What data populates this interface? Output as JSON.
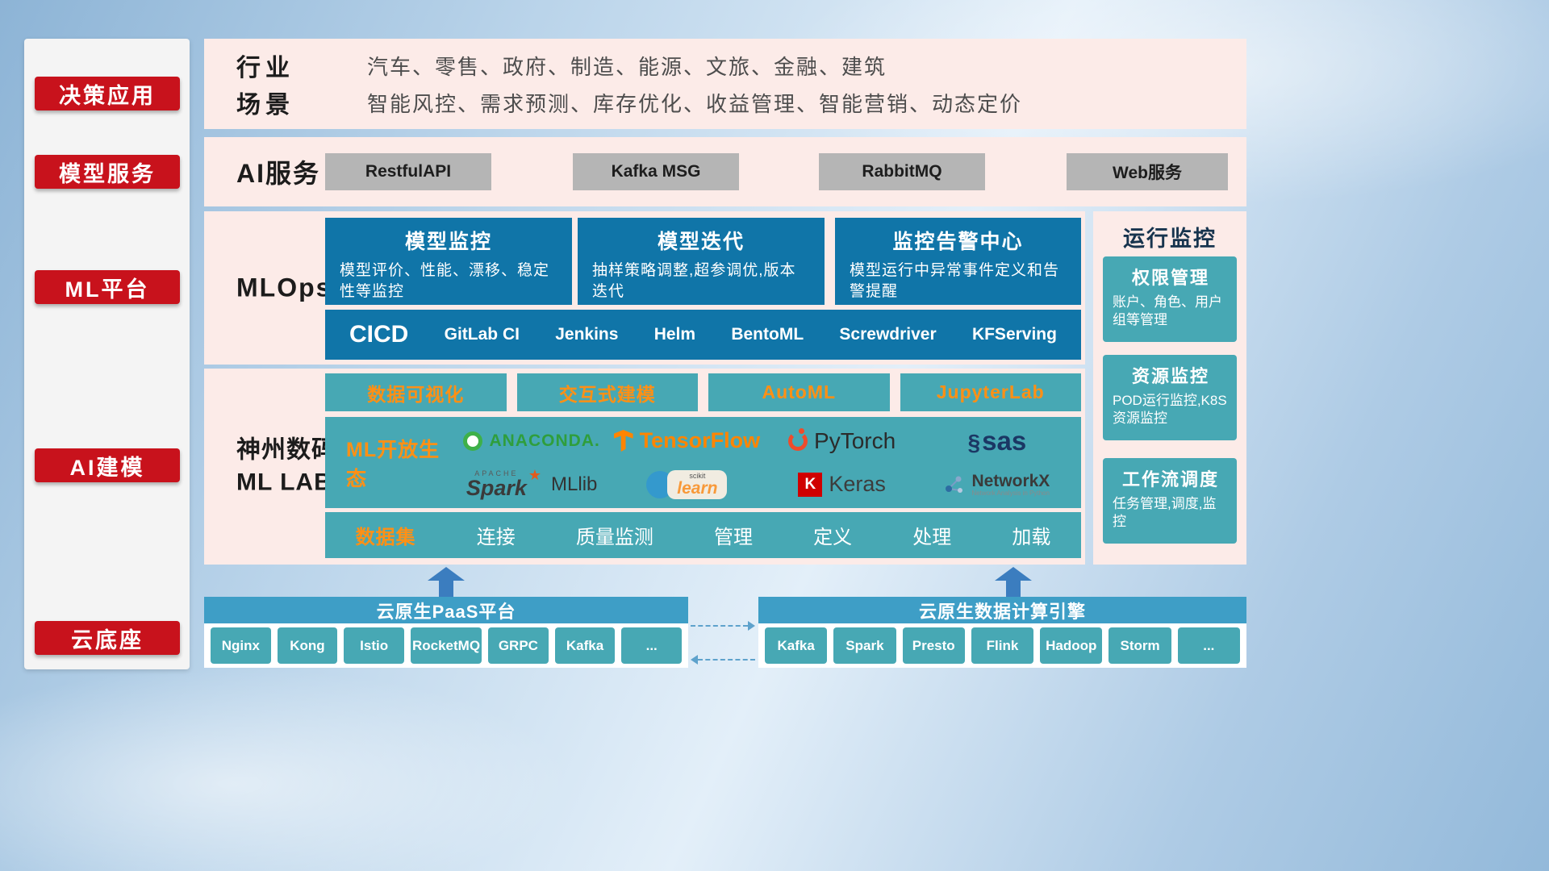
{
  "colors": {
    "accent_red": "#c8121c",
    "panel_pink": "#fcebe8",
    "deep_blue": "#1075a8",
    "teal": "#47a8b4",
    "orange": "#ff9015",
    "bar_blue": "#3e9ec6"
  },
  "sidebar": {
    "items": [
      {
        "label": "决策应用"
      },
      {
        "label": "模型服务"
      },
      {
        "label": "ML平台"
      },
      {
        "label": "AI建模"
      },
      {
        "label": "云底座"
      }
    ]
  },
  "industry": {
    "row1_label": "行业",
    "row1_value": "汽车、零售、政府、制造、能源、文旅、金融、建筑",
    "row2_label": "场景",
    "row2_value": "智能风控、需求预测、库存优化、收益管理、智能营销、动态定价"
  },
  "ai_service": {
    "label": "AI服务",
    "buttons": [
      {
        "label": "RestfulAPI"
      },
      {
        "label": "Kafka MSG"
      },
      {
        "label": "RabbitMQ"
      },
      {
        "label": "Web服务"
      }
    ]
  },
  "mlops": {
    "label": "MLOps",
    "cards": [
      {
        "title": "模型监控",
        "desc": "模型评价、性能、漂移、稳定性等监控"
      },
      {
        "title": "模型迭代",
        "desc": "抽样策略调整,超参调优,版本迭代"
      },
      {
        "title": "监控告警中心",
        "desc": "模型运行中异常事件定义和告警提醒"
      }
    ],
    "cicd_title": "CICD",
    "cicd_items": [
      {
        "label": "GitLab CI"
      },
      {
        "label": "Jenkins"
      },
      {
        "label": "Helm"
      },
      {
        "label": "BentoML"
      },
      {
        "label": "Screwdriver"
      },
      {
        "label": "KFServing"
      }
    ]
  },
  "monitoring": {
    "title": "运行监控",
    "cards": [
      {
        "title": "权限管理",
        "desc": "账户、角色、用户组等管理"
      },
      {
        "title": "资源监控",
        "desc": "POD运行监控,K8S资源监控"
      },
      {
        "title": "工作流调度",
        "desc": "任务管理,调度,监控"
      }
    ]
  },
  "mllab": {
    "label_line1": "神州数码",
    "label_line2": "ML LAB",
    "tools": [
      {
        "label": "数据可视化"
      },
      {
        "label": "交互式建模"
      },
      {
        "label": "AutoML"
      },
      {
        "label": "JupyterLab"
      }
    ],
    "eco_title": "ML开放生态",
    "logos": {
      "anaconda": "ANACONDA.",
      "tensorflow": "TensorFlow",
      "pytorch": "PyTorch",
      "sas": "sas",
      "spark_apache": "APACHE",
      "spark": "Spark",
      "spark_star": "★",
      "mllib": "MLlib",
      "scikit_small": "scikit",
      "scikit_learn": "learn",
      "keras_k": "K",
      "keras": "Keras",
      "networkx": "NetworkX",
      "networkx_sub": "Network Analysis in Python"
    },
    "data_row": [
      {
        "label": "数据集"
      },
      {
        "label": "连接"
      },
      {
        "label": "质量监测"
      },
      {
        "label": "管理"
      },
      {
        "label": "定义"
      },
      {
        "label": "处理"
      },
      {
        "label": "加载"
      }
    ]
  },
  "bottom": {
    "paas_title": "云原生PaaS平台",
    "paas_items": [
      {
        "label": "Nginx"
      },
      {
        "label": "Kong"
      },
      {
        "label": "Istio"
      },
      {
        "label": "RocketMQ"
      },
      {
        "label": "GRPC"
      },
      {
        "label": "Kafka"
      },
      {
        "label": "..."
      }
    ],
    "engine_title": "云原生数据计算引擎",
    "engine_items": [
      {
        "label": "Kafka"
      },
      {
        "label": "Spark"
      },
      {
        "label": "Presto"
      },
      {
        "label": "Flink"
      },
      {
        "label": "Hadoop"
      },
      {
        "label": "Storm"
      },
      {
        "label": "..."
      }
    ]
  }
}
